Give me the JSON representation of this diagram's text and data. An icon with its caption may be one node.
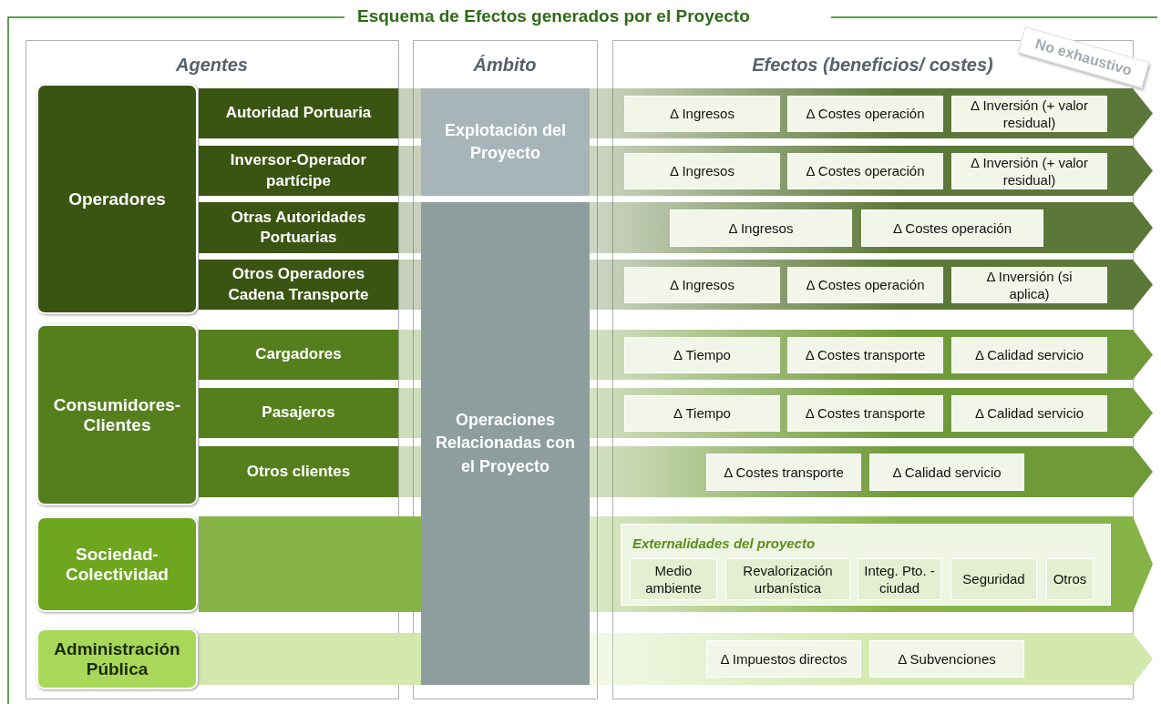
{
  "diagram": {
    "title": "Esquema de Efectos generados por el Proyecto",
    "nodes": [
      {
        "text": [
          "Operadores"
        ]
      },
      {
        "text": [
          "Autoridad Portuaria"
        ]
      },
      {
        "text": [
          "Inversor-Operador partícipe"
        ]
      },
      {
        "text": [
          "Otras Autoridades Portuarias"
        ]
      },
      {
        "text": [
          "Otros Operadores Cadena Transporte"
        ]
      },
      {
        "text": [
          "Consumidores-Clientes"
        ]
      },
      {
        "text": [
          "Cargadores"
        ]
      },
      {
        "text": [
          "Pasajeros"
        ]
      },
      {
        "text": [
          "Otros clientes"
        ]
      },
      {
        "text": [
          "Sociedad-Colectividad"
        ]
      },
      {
        "text": [
          "Administración Pública"
        ]
      },
      {
        "text": [
          "Explotación del Proyecto"
        ]
      },
      {
        "text": [
          "Operaciones Relacionadas con el Proyecto"
        ]
      },
      {
        "text": [],
        "shape": "arrow"
      },
      {
        "text": [
          "Δ Ingresos"
        ],
        "in": 13
      },
      {
        "text": [
          "Δ Costes operación"
        ],
        "in": 13
      },
      {
        "text": [
          "Δ Inversión (+ valor residual)"
        ],
        "in": 13
      },
      {
        "text": [],
        "shape": "arrow"
      },
      {
        "text": [
          "Δ Ingresos"
        ],
        "in": 17
      },
      {
        "text": [
          "Δ Costes operación"
        ],
        "in": 17
      },
      {
        "text": [
          "Δ Inversión (+ valor residual)"
        ],
        "in": 17
      },
      {
        "text": [],
        "shape": "arrow"
      },
      {
        "text": [
          "Δ Ingresos"
        ],
        "in": 21
      },
      {
        "text": [
          "Δ Costes operación"
        ],
        "in": 21
      },
      {
        "text": [],
        "shape": "arrow"
      },
      {
        "text": [
          "Δ Ingresos"
        ],
        "in": 24
      },
      {
        "text": [
          "Δ Costes operación"
        ],
        "in": 24
      },
      {
        "text": [
          "Δ Inversión (si aplica)"
        ],
        "in": 24
      },
      {
        "text": [],
        "shape": "arrow"
      },
      {
        "text": [
          "Δ Tiempo"
        ],
        "in": 28
      },
      {
        "text": [
          "Δ Costes transporte"
        ],
        "in": 28
      },
      {
        "text": [
          "Δ Calidad servicio"
        ],
        "in": 28
      },
      {
        "text": [],
        "shape": "arrow"
      },
      {
        "text": [
          "Δ Tiempo"
        ],
        "in": 32
      },
      {
        "text": [
          "Δ Costes transporte"
        ],
        "in": 32
      },
      {
        "text": [
          "Δ Calidad servicio"
        ],
        "in": 32
      },
      {
        "text": [],
        "shape": "arrow"
      },
      {
        "text": [
          "Δ Costes transporte"
        ],
        "in": 36
      },
      {
        "text": [
          "Δ Calidad servicio"
        ],
        "in": 36
      },
      {
        "text": [],
        "shape": "arrow"
      },
      {
        "text": [
          "Externalidades del proyecto"
        ],
        "in": 39
      },
      {
        "text": [
          "Medio ambiente"
        ],
        "in": 40
      },
      {
        "text": [
          "Revalorización urbanística"
        ],
        "in": 40
      },
      {
        "text": [
          "Integ. Pto. -ciudad"
        ],
        "in": 40
      },
      {
        "text": [
          "Seguridad"
        ],
        "in": 40
      },
      {
        "text": [
          "Otros"
        ],
        "in": 40
      },
      {
        "text": [],
        "shape": "arrow"
      },
      {
        "text": [
          "Δ Impuestos directos"
        ],
        "in": 46
      },
      {
        "text": [
          "Δ Subvenciones"
        ],
        "in": 46
      }
    ],
    "labels": [
      "Agentes",
      "Ámbito",
      "Efectos (beneficios/ costes)",
      "No exhaustivo"
    ]
  }
}
